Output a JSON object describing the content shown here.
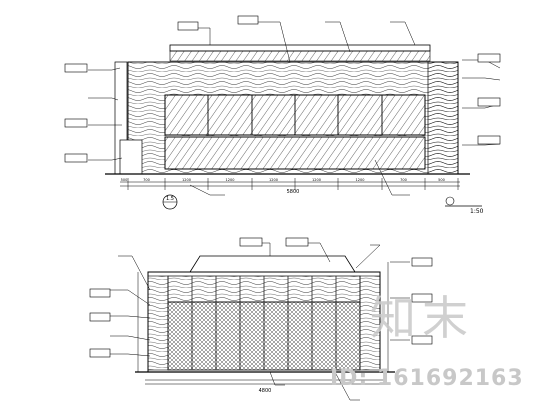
{
  "drawing": {
    "top_view": {
      "scale_label": "1:50",
      "ref_mark": "1.5",
      "total_dim": "5800",
      "segments": [
        "500",
        "700",
        "1200",
        "1200",
        "1200",
        "1200",
        "1200",
        "700",
        "500"
      ]
    },
    "bottom_view": {
      "total_dim": "4800"
    }
  },
  "watermark": {
    "logo_text": "知末",
    "id_text": "ID: 161692163"
  },
  "colors": {
    "line": "#000000",
    "watermark": "#c8c8c8"
  }
}
